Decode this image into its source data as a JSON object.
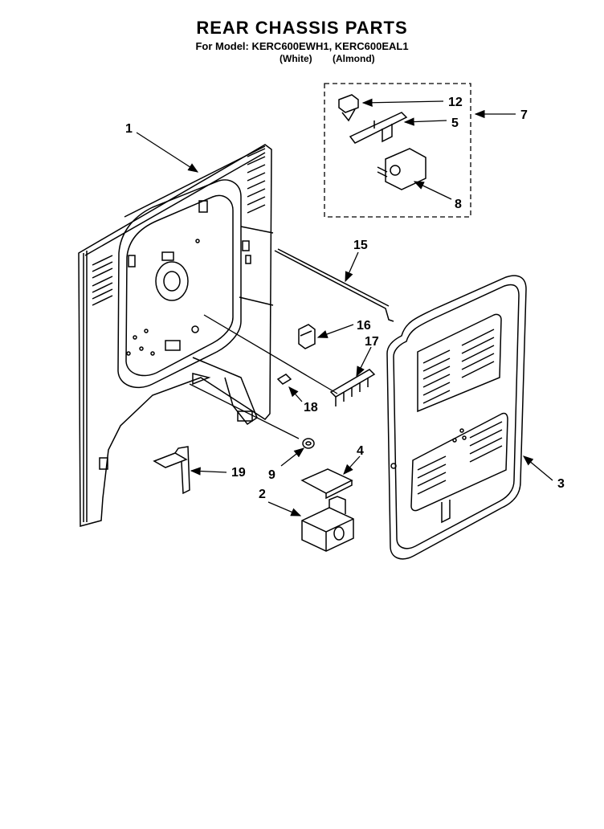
{
  "header": {
    "title": "REAR CHASSIS PARTS",
    "subtitle": "For Model: KERC600EWH1, KERC600EAL1",
    "variant_white": "(White)",
    "variant_almond": "(Almond)"
  },
  "callouts": [
    "1",
    "2",
    "3",
    "4",
    "5",
    "7",
    "8",
    "9",
    "12",
    "15",
    "16",
    "17",
    "18",
    "19"
  ],
  "colors": {
    "line": "#000000",
    "background": "#ffffff"
  }
}
